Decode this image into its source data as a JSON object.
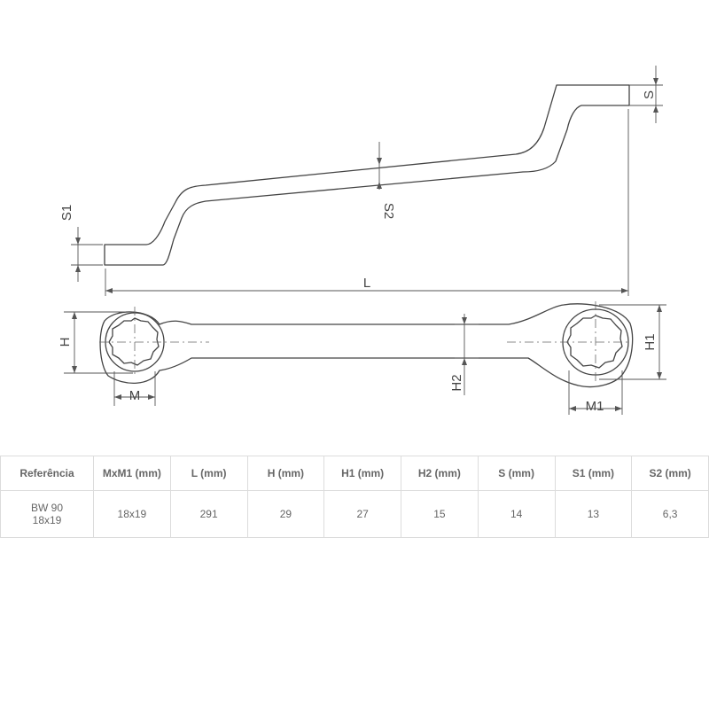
{
  "drawing": {
    "labels": {
      "S": "S",
      "S1": "S1",
      "S2": "S2",
      "L": "L",
      "H": "H",
      "H1": "H1",
      "H2": "H2",
      "M": "M",
      "M1": "M1"
    }
  },
  "table": {
    "headers": [
      "Referência",
      "MxM1 (mm)",
      "L (mm)",
      "H (mm)",
      "H1 (mm)",
      "H2 (mm)",
      "S (mm)",
      "S1 (mm)",
      "S2 (mm)"
    ],
    "rows": [
      {
        "reference_line1": "BW 90",
        "reference_line2": "18x19",
        "mxm1": "18x19",
        "l": "291",
        "h": "29",
        "h1": "27",
        "h2": "15",
        "s": "14",
        "s1": "13",
        "s2": "6,3"
      }
    ]
  }
}
